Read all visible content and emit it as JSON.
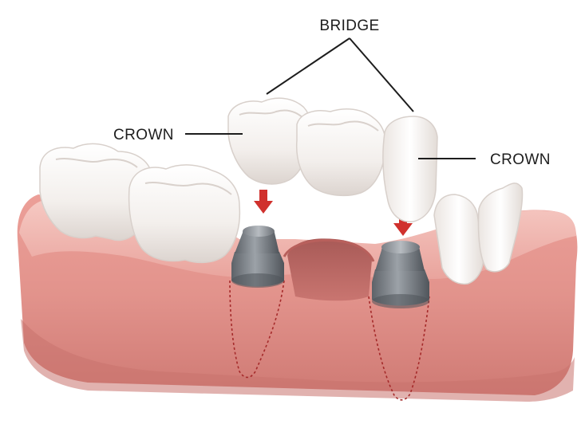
{
  "labels": {
    "bridge": "BRIDGE",
    "crown_left": "CROWN",
    "crown_right": "CROWN"
  },
  "colors": {
    "gum": "#e59a93",
    "gum_dark": "#c86e69",
    "gum_light": "#f4c3bd",
    "tooth": "#f5f2ef",
    "tooth_shadow": "#dcd6d2",
    "implant": "#6e7379",
    "implant_light": "#9ba1a7",
    "arrow": "#d0312d",
    "line": "#1d1d1d"
  }
}
